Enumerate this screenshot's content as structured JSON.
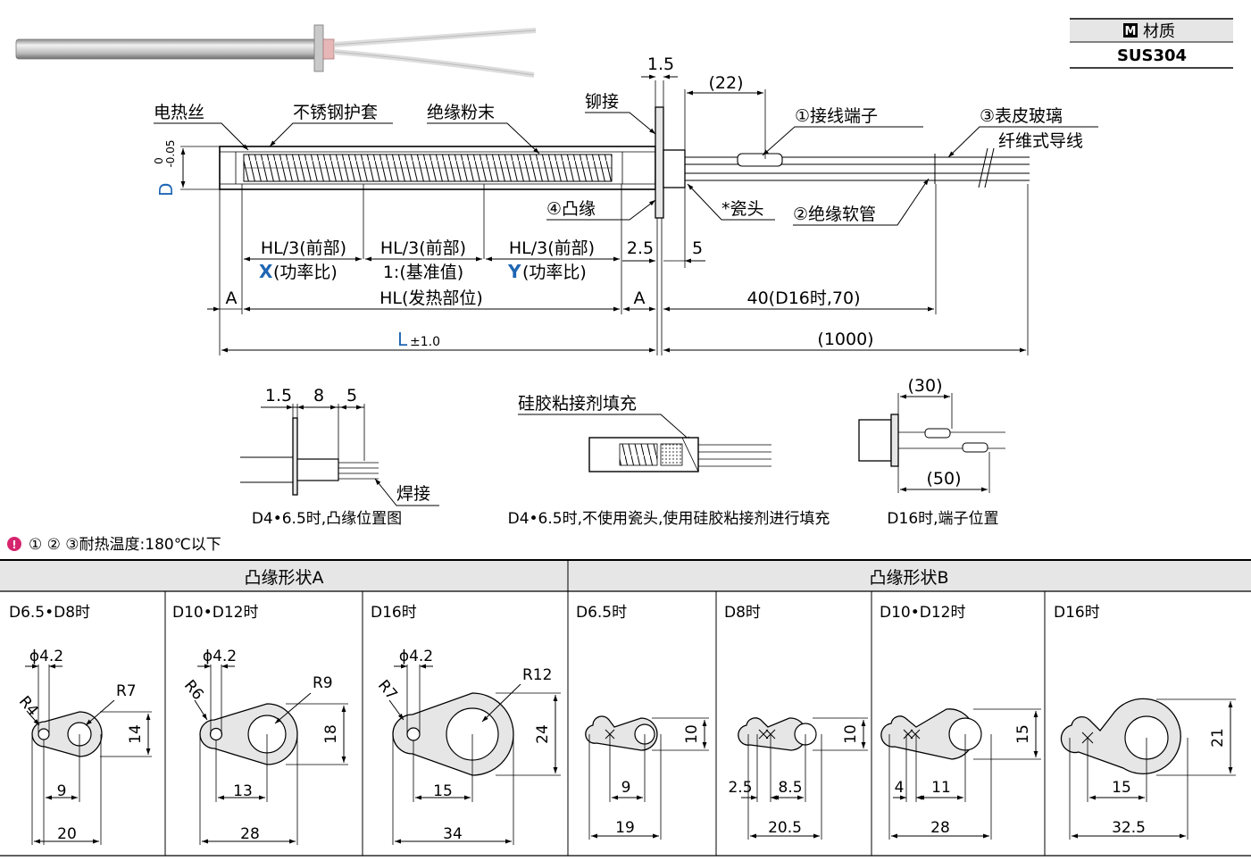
{
  "material": {
    "icon": "M",
    "header": "材质",
    "value": "SUS304"
  },
  "main": {
    "callouts": {
      "heater_wire": "电热丝",
      "sheath": "不锈钢护套",
      "insulation_powder": "绝缘粉末",
      "rivet": "铆接",
      "terminal": "①接线端子",
      "lead_wire_1": "③表皮玻璃",
      "lead_wire_2": "纤维式导线",
      "flange": "④凸缘",
      "ceramic": "*瓷头",
      "sleeve": "②绝缘软管"
    },
    "dims": {
      "d15": "1.5",
      "d22": "(22)",
      "d_label": "D",
      "d_tol_upper": "0",
      "d_tol_lower": "-0.05",
      "hl3_a": "HL/3(前部)",
      "hl3_b": "HL/3(前部)",
      "hl3_c": "HL/3(前部)",
      "x_letter": "X",
      "x_rest": "(功率比)",
      "base": "1:(基准值)",
      "y_letter": "Y",
      "y_rest": "(功率比)",
      "d25": "2.5",
      "d5": "5",
      "a_left": "A",
      "a_right": "A",
      "hl": "HL(发热部位)",
      "d40": "40(D16时,70)",
      "l_letter": "L",
      "l_tol": "±1.0",
      "d1000": "(1000)"
    }
  },
  "details": {
    "flange_pos": {
      "d1": "1.5",
      "d2": "8",
      "d3": "5",
      "weld": "焊接",
      "caption": "D4•6.5时,凸缘位置图"
    },
    "silicone": {
      "label": "硅胶粘接剂填充",
      "caption": "D4•6.5时,不使用瓷头,使用硅胶粘接剂进行填充"
    },
    "terminal_pos": {
      "d30": "(30)",
      "d50": "(50)",
      "caption": "D16时,端子位置"
    }
  },
  "note": "① ② ③耐热温度:180℃以下",
  "table": {
    "groupA": "凸缘形状A",
    "groupB": "凸缘形状B",
    "cells": [
      {
        "title": "D6.5•D8时",
        "phi": "ϕ4.2",
        "r_small": "R4",
        "r_big": "R7",
        "h": "14",
        "c": "9",
        "w": "20"
      },
      {
        "title": "D10•D12时",
        "phi": "ϕ4.2",
        "r_small": "R6",
        "r_big": "R9",
        "h": "18",
        "c": "13",
        "w": "28"
      },
      {
        "title": "D16时",
        "phi": "ϕ4.2",
        "r_small": "R7",
        "r_big": "R12",
        "h": "24",
        "c": "15",
        "w": "34"
      },
      {
        "title": "D6.5时",
        "h": "10",
        "c": "9",
        "w": "19"
      },
      {
        "title": "D8时",
        "h": "10",
        "s": "2.5",
        "c": "8.5",
        "w": "20.5"
      },
      {
        "title": "D10•D12时",
        "h": "15",
        "s": "4",
        "c": "11",
        "w": "28"
      },
      {
        "title": "D16时",
        "h": "21",
        "c": "15",
        "w": "32.5"
      }
    ]
  },
  "colors": {
    "accent_blue": "#1f66b3",
    "header_bg": "#e6e6e6",
    "note_icon": "#d6246e"
  }
}
